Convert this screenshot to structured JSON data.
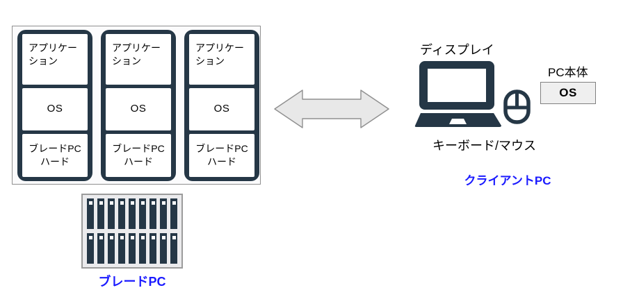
{
  "colors": {
    "dark_navy": "#253746",
    "caption_blue": "#1a1aff",
    "arrow_fill": "#e8e8e8",
    "arrow_stroke": "#8f8f8f",
    "stack_box_bg": "#fbfbfc",
    "os_box_bg": "#efefef",
    "rack_bg": "#ebebed"
  },
  "blade_stack": {
    "columns": [
      {
        "layers": {
          "app": "アプリケー\nション",
          "os": "OS",
          "hw": "ブレードPC\nハード"
        }
      },
      {
        "layers": {
          "app": "アプリケー\nション",
          "os": "OS",
          "hw": "ブレードPC\nハード"
        }
      },
      {
        "layers": {
          "app": "アプリケー\nション",
          "os": "OS",
          "hw": "ブレードPC\nハード"
        }
      }
    ]
  },
  "rack": {
    "rows": 2,
    "blades_per_row": 9,
    "caption": "ブレードPC"
  },
  "client": {
    "display_label": "ディスプレイ",
    "keyboard_mouse_label": "キーボード/マウス",
    "pc_unit_label": "PC本体",
    "os_label": "OS",
    "caption": "クライアントPC"
  },
  "icons": {
    "arrow": "double-headed-arrow-icon",
    "laptop": "laptop-icon",
    "mouse": "mouse-icon"
  }
}
